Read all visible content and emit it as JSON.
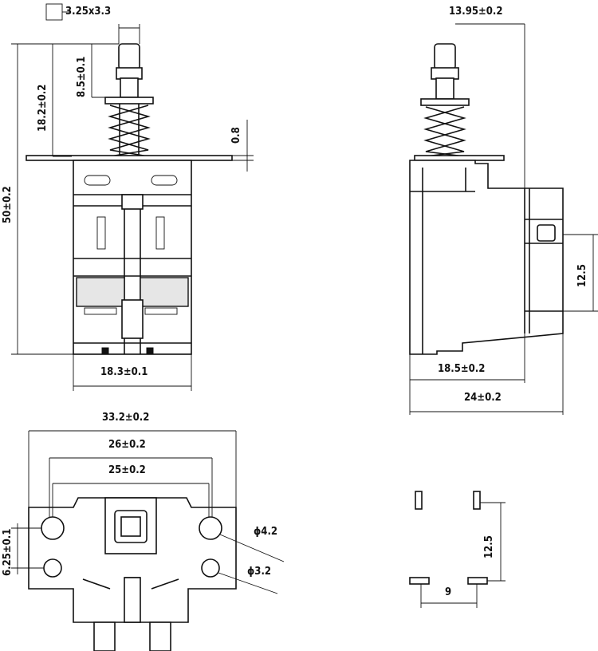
{
  "front_view": {
    "top_box_label": "3.25x3.3",
    "dim_total_height": "50±0.2",
    "dim_plunger_to_flange": "18.2±0.2",
    "dim_plunger": "8.5±0.1",
    "dim_flange_thickness": "0.8",
    "dim_body_width": "18.3±0.1"
  },
  "side_view": {
    "dim_top": "13.95±0.2",
    "dim_pin_spacing": "12.5",
    "dim_body_depth": "18.5±0.2",
    "dim_total_depth": "24±0.2"
  },
  "bottom_view": {
    "dim_outer": "33.2±0.2",
    "dim_mid": "26±0.2",
    "dim_inner": "25±0.2",
    "dim_hole_offset": "6.25±0.1",
    "dim_hole_large": "ϕ4.2",
    "dim_hole_small": "ϕ3.2"
  },
  "pin_layout": {
    "dim_vertical": "12.5",
    "dim_horizontal": "9"
  }
}
